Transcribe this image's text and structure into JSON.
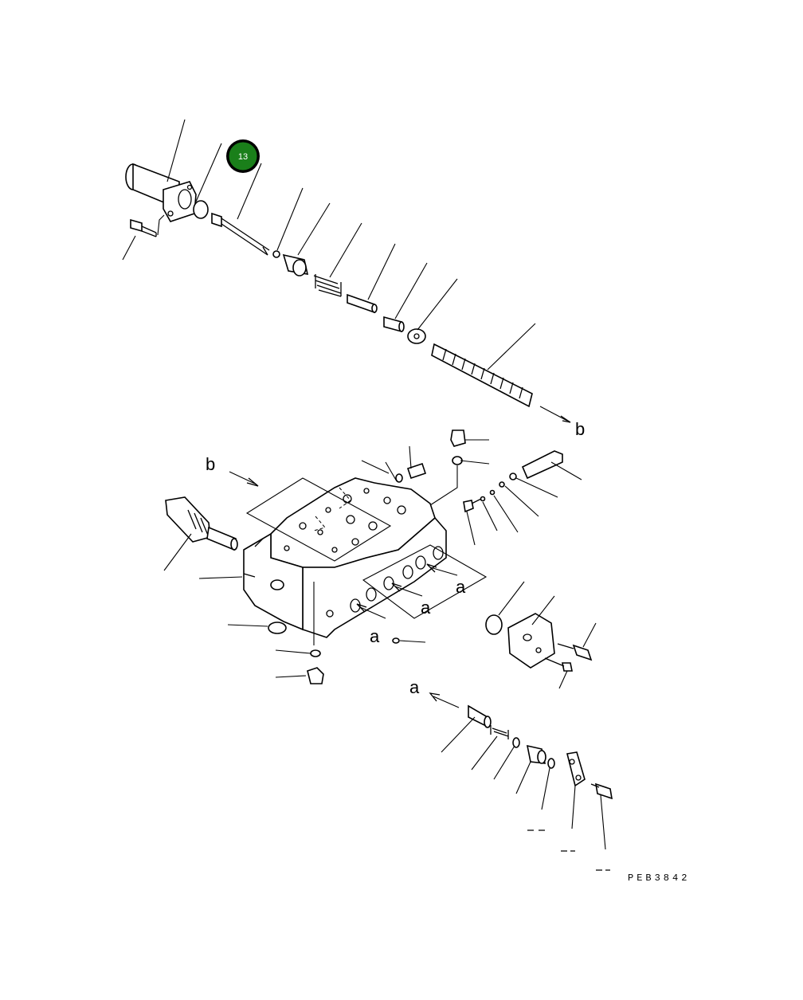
{
  "callout": {
    "number": "13",
    "color": "#1a7f1a",
    "ring_color": "#000000"
  },
  "labels": {
    "b_right": "b",
    "b_left": "b",
    "a_1": "a",
    "a_2": "a",
    "a_3": "a",
    "a_4": "a"
  },
  "drawing_code": "PEB3842"
}
